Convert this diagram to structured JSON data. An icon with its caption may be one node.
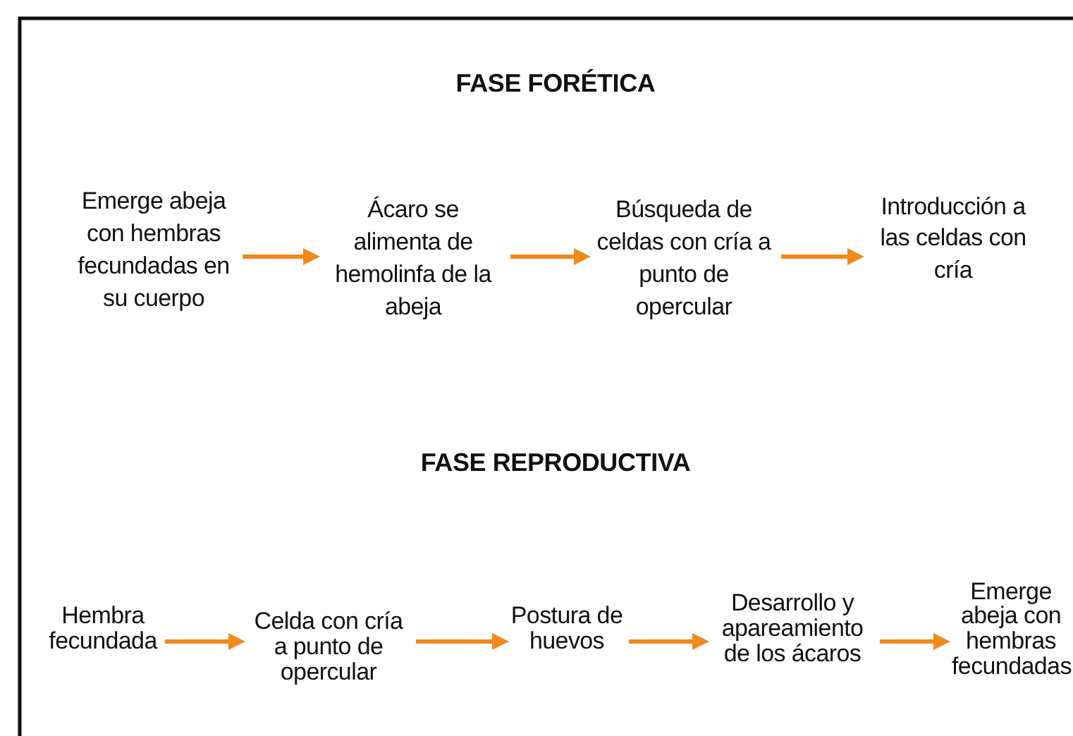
{
  "diagram": {
    "title": "FASE FORÉTICA",
    "nodes": [
      {
        "text": [
          "Emerge abeja con hembras fecundadas en su cuerpo"
        ]
      },
      {
        "text": [
          "Ácaro se alimenta de hemolinfa de la abeja"
        ]
      },
      {
        "text": [
          "Búsqueda de celdas con cría a punto de opercular"
        ]
      },
      {
        "text": [
          "Introducción a las celdas con cría"
        ]
      },
      {
        "text": [
          "Hembra fecundada"
        ]
      },
      {
        "text": [
          "Celda con cría a punto de opercular"
        ]
      },
      {
        "text": [
          "Postura de huevos"
        ]
      },
      {
        "text": [
          "Desarrollo y apareamiento de los ácaros"
        ]
      },
      {
        "text": [
          "Emerge abeja con hembras fecundadas"
        ]
      }
    ],
    "edges": [
      {
        "from": 0,
        "to": 1,
        "arrow": "to"
      },
      {
        "from": 1,
        "to": 2,
        "arrow": "to"
      },
      {
        "from": 2,
        "to": 3,
        "arrow": "to"
      },
      {
        "from": 4,
        "to": 5,
        "arrow": "to"
      },
      {
        "from": 5,
        "to": 6,
        "arrow": "to"
      },
      {
        "from": 6,
        "to": 7,
        "arrow": "to"
      },
      {
        "from": 7,
        "to": 8,
        "arrow": "to"
      }
    ],
    "labels": [
      "FASE REPRODUCTIVA"
    ]
  }
}
